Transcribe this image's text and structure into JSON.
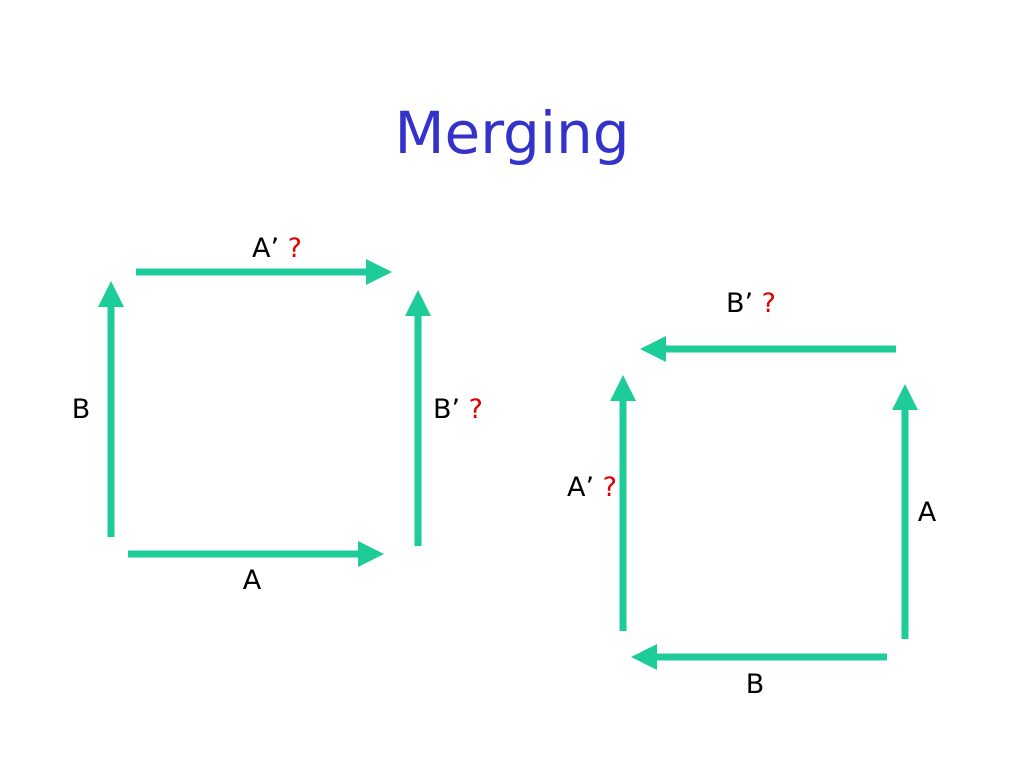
{
  "slide": {
    "title": "Merging"
  },
  "colors": {
    "title": "#3333cc",
    "arrow": "#1ecc99",
    "label": "#000000",
    "question": "#dd0000"
  },
  "left_square": {
    "top_label": {
      "text": "A’",
      "question": "?"
    },
    "left_label": {
      "text": "B"
    },
    "right_label": {
      "text": "B’",
      "question": "?"
    },
    "bottom_label": {
      "text": "A"
    }
  },
  "right_square": {
    "top_label": {
      "text": "B’",
      "question": "?"
    },
    "left_label": {
      "text": "A’",
      "question": "?"
    },
    "right_label": {
      "text": "A"
    },
    "bottom_label": {
      "text": "B"
    }
  }
}
